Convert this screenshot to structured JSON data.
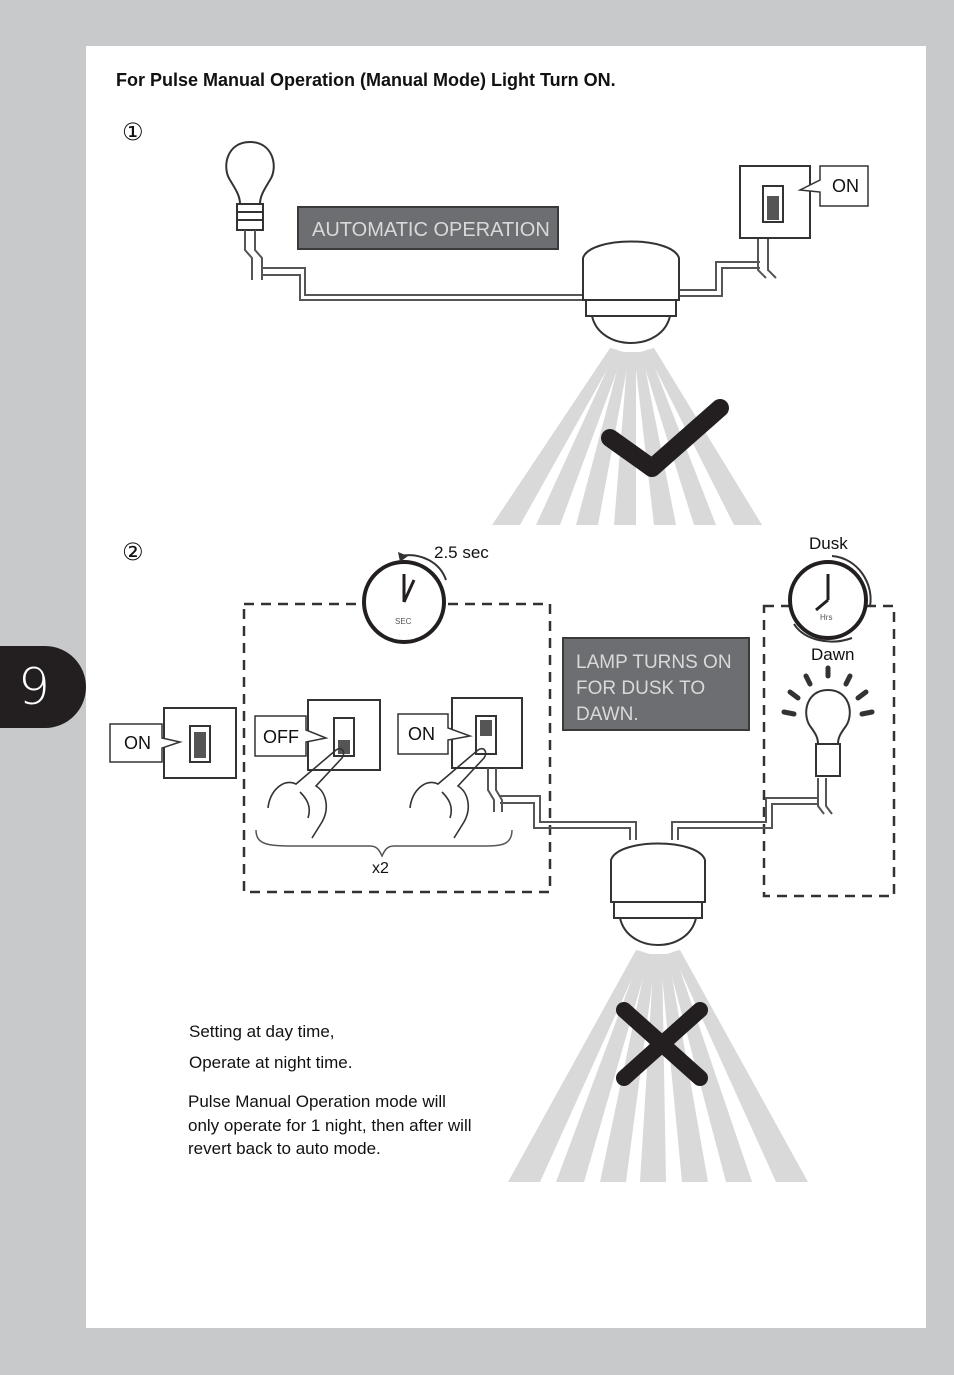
{
  "page_number": "9",
  "title": "For Pulse Manual Operation (Manual Mode) Light Turn ON.",
  "step1": {
    "marker": "①",
    "status_box": "AUTOMATIC OPERATION",
    "switch_label": "ON",
    "result_icon": "checkmark-icon"
  },
  "step2": {
    "marker": "②",
    "timer_label": "2.5 sec",
    "timer_face_text": "SEC",
    "main_switch_label": "ON",
    "pulse_off_label": "OFF",
    "pulse_on_label": "ON",
    "repeat_label": "x2",
    "status_box_lines": [
      "LAMP TURNS ON",
      "FOR DUSK TO",
      "DAWN."
    ],
    "dusk_label": "Dusk",
    "dawn_label": "Dawn",
    "clock_face_text": "Hrs",
    "result_icon": "cross-icon"
  },
  "notes": {
    "line1": "Setting at day time,",
    "line2": "Operate at night time.",
    "paragraph_lines": [
      "Pulse Manual Operation mode will",
      "only operate for 1 night, then after will",
      "revert back to auto mode."
    ]
  }
}
